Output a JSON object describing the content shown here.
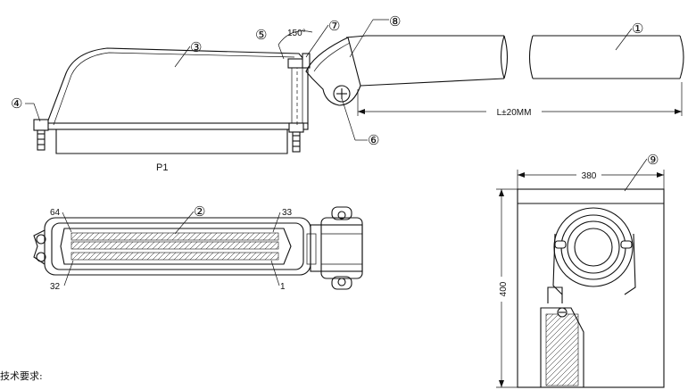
{
  "callouts": {
    "c1": "①",
    "c2": "②",
    "c3": "③",
    "c4": "④",
    "c5": "⑤",
    "c6": "⑥",
    "c7": "⑦",
    "c8": "⑧",
    "c9": "⑨"
  },
  "side_view": {
    "angle_label": "150°",
    "length_label": "L±20MM",
    "part_label": "P1"
  },
  "front_view": {
    "pin_64": "64",
    "pin_33": "33",
    "pin_32": "32",
    "pin_1": "1"
  },
  "package": {
    "width_label": "380",
    "height_label": "400"
  },
  "footer": {
    "tech_requirements": "技术要求:"
  }
}
